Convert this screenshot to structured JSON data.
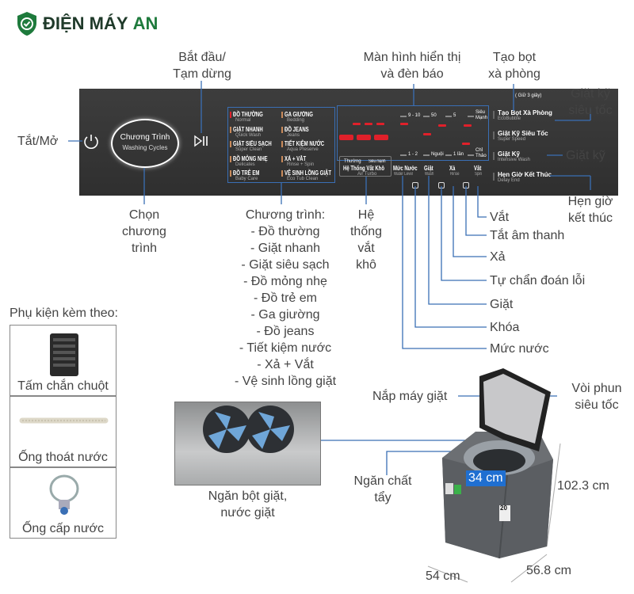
{
  "brand": {
    "name": "ĐIỆN MÁY",
    "name_accent": "AN",
    "color": "#1e7a3c"
  },
  "colors": {
    "line": "#3a6fb5",
    "panel": "#353535",
    "display_red": "#e0202a"
  },
  "labels": {
    "power": "Tắt/Mở",
    "start_pause": [
      "Bắt đầu/",
      "Tạm dừng"
    ],
    "display": [
      "Màn hình hiển thị",
      "và đèn báo"
    ],
    "eco_bubble": [
      "Tạo bọt",
      "xà phòng"
    ],
    "super_speed": [
      "Giặt kỹ",
      "siêu tốc"
    ],
    "intensive": "Giặt kỹ",
    "delay_end": [
      "Hẹn giờ",
      "kết thúc"
    ],
    "choose_program": [
      "Chọn",
      "chương",
      "trình"
    ],
    "programs_title": "Chương trình:",
    "programs": [
      "- Đồ thường",
      "- Giặt nhanh",
      "- Giặt siêu sạch",
      "- Đồ mỏng nhẹ",
      "- Đồ trẻ em",
      "- Ga giường",
      "- Đồ jeans",
      "- Tiết kiệm nước",
      "- Xả + Vắt",
      "- Vệ sinh lồng giặt"
    ],
    "air_turbo": [
      "Hệ",
      "thống",
      "vắt",
      "khô"
    ],
    "right": [
      "Vắt",
      "Tắt âm thanh",
      "Xả",
      "Tự chẩn đoán lỗi",
      "Giặt",
      "Khóa",
      "Mức nước"
    ]
  },
  "panel": {
    "cycle_dial": {
      "title": "Chương Trình",
      "sub": "Washing Cycles"
    },
    "hold": "( Giữ 3 giây)",
    "programs": [
      {
        "vi": "ĐỒ THƯỜNG",
        "en": "Normal"
      },
      {
        "vi": "GIẶT NHANH",
        "en": "Quick Wash"
      },
      {
        "vi": "GIẶT SIÊU SẠCH",
        "en": "Super Clean"
      },
      {
        "vi": "ĐỒ MỎNG NHẸ",
        "en": "Delicates"
      },
      {
        "vi": "ĐỒ TRẺ EM",
        "en": "Baby Care"
      },
      {
        "vi": "GA GIƯỜNG",
        "en": "Bedding"
      },
      {
        "vi": "ĐỒ JEANS",
        "en": "Jeans"
      },
      {
        "vi": "TIẾT KIỆM NƯỚC",
        "en": "Aqua Preserve"
      },
      {
        "vi": "XẢ + VẮT",
        "en": "Rinse + Spin"
      },
      {
        "vi": "VỆ SINH LỒNG GIẶT",
        "en": "Eco Tub Clean"
      }
    ],
    "display_top": [
      "9 - 10",
      "50",
      "5",
      "Siêu Mạnh"
    ],
    "display_bottom": [
      "1 - 2",
      "Nguội",
      "1 lần",
      "Chỉ Thảo"
    ],
    "air_turbo": {
      "opt1": "Thường",
      "opt2": "Siêu mạnh",
      "title": "Hệ Thống Vắt Khô",
      "sub": "Air Turbo"
    },
    "buttons": [
      {
        "vi": "Mức Nước",
        "en": "Water Level"
      },
      {
        "vi": "Giặt",
        "en": "Wash"
      },
      {
        "vi": "Xả",
        "en": "Rinse"
      },
      {
        "vi": "Vắt",
        "en": "Spin"
      }
    ],
    "right_buttons": [
      {
        "vi": "Tạo Bọt Xà Phòng",
        "en": "EcoBubble"
      },
      {
        "vi": "Giặt Kỹ Siêu Tốc",
        "en": "Super Speed"
      },
      {
        "vi": "Giặt Kỹ",
        "en": "Intensive Wash"
      },
      {
        "vi": "Hẹn Giờ Kết Thúc",
        "en": "Delay End"
      }
    ]
  },
  "accessories": {
    "title": "Phụ kiện kèm theo:",
    "items": [
      "Tấm chắn chuột",
      "Ống thoát nước",
      "Ống cấp nước"
    ]
  },
  "machine": {
    "detergent_drawer": [
      "Ngăn bột giặt,",
      "nước giặt"
    ],
    "lid": "Nắp máy giặt",
    "nozzle": [
      "Vòi phun",
      "siêu tốc"
    ],
    "bleach": [
      "Ngăn chất",
      "tẩy"
    ],
    "tub_diameter": "34 cm",
    "height": "102.3 cm",
    "width": "54 cm",
    "depth": "56.8 cm",
    "badge": "20"
  }
}
